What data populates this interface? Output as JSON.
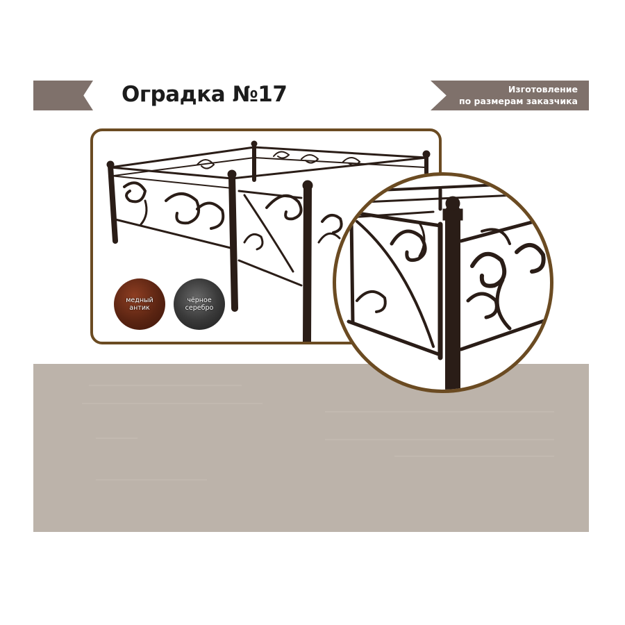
{
  "header": {
    "title": "Оградка №17",
    "badge_line1": "Изготовление",
    "badge_line2": "по размерам заказчика"
  },
  "swatches": [
    {
      "line1": "медный",
      "line2": "антик",
      "color": "#5a2412"
    },
    {
      "line1": "чёрное",
      "line2": "серебро",
      "color": "#3a3a3a"
    }
  ],
  "colors": {
    "ribbon": "#7f716b",
    "frame": "#6b4b22",
    "panel": "#bcb3aa",
    "metal": "#2a1d17"
  }
}
